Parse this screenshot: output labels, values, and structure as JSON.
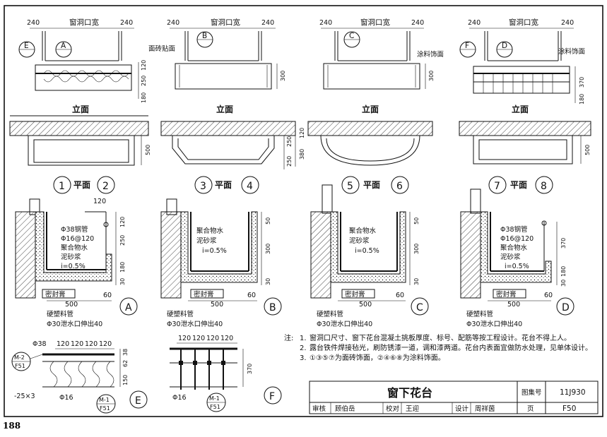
{
  "page_number": "188",
  "title_block": {
    "title": "窗下花台",
    "atlas_label": "图集号",
    "atlas_no": "11J930",
    "review": "审核",
    "reviewer": "顾伯岳",
    "check": "校对",
    "checker": "王迎",
    "design": "设计",
    "designer": "周祥茵",
    "page_label": "页",
    "page_code": "F50"
  },
  "elevations": [
    {
      "title": "立面",
      "dims_top": [
        "240",
        "窗洞口宽",
        "240"
      ],
      "callouts": [
        "E",
        "A"
      ],
      "dims_side": [
        "120",
        "250",
        "180"
      ]
    },
    {
      "title": "立面",
      "dims_top": [
        "240",
        "窗洞口宽",
        "240"
      ],
      "callouts": [
        "B"
      ],
      "left_note": "面砖贴面",
      "dims_side": [
        "300"
      ]
    },
    {
      "title": "立面",
      "dims_top": [
        "240",
        "窗洞口宽",
        "240"
      ],
      "callouts": [
        "C"
      ],
      "right_note": "涂料饰面",
      "dims_side": [
        "300"
      ]
    },
    {
      "title": "立面",
      "dims_top": [
        "240",
        "窗洞口宽",
        "240"
      ],
      "callouts": [
        "F",
        "D"
      ],
      "right_note": "涂料饰面",
      "dims_side": [
        "370",
        "180"
      ]
    }
  ],
  "plans": [
    {
      "left_num": "1",
      "label": "平面",
      "right_num": "2",
      "dim": "500"
    },
    {
      "left_num": "3",
      "label": "平面",
      "right_num": "4",
      "dims": [
        "250",
        "250"
      ]
    },
    {
      "left_num": "5",
      "label": "平面",
      "right_num": "6",
      "dims": [
        "380",
        "120"
      ]
    },
    {
      "left_num": "7",
      "label": "平面",
      "right_num": "8",
      "dim": "500"
    }
  ],
  "sections": [
    {
      "id": "A",
      "labels": [
        "Φ38钢管",
        "Φ16@120",
        "聚合物水",
        "泥砂浆",
        "i=0.5%"
      ],
      "dims_right": [
        "120",
        "250",
        "180",
        "30"
      ],
      "dim_top": "120",
      "dim_bottom": "500",
      "dim_60": "60",
      "seal": "密封膏",
      "pipe": "硬塑料管",
      "drain": "Φ30泄水口伸出40"
    },
    {
      "id": "B",
      "labels": [
        "聚合物水",
        "泥砂浆",
        "i=0.5%"
      ],
      "dims_right": [
        "50",
        "300",
        "30"
      ],
      "dim_bottom": "500",
      "dim_60": "60",
      "seal": "密封膏",
      "pipe": "硬塑料管",
      "drain": "Φ30泄水口伸出40"
    },
    {
      "id": "C",
      "labels": [
        "聚合物水",
        "泥砂浆",
        "i=0.5%"
      ],
      "dims_right": [
        "50",
        "300",
        "30"
      ],
      "dim_bottom": "500",
      "dim_60": "60",
      "seal": "密封膏",
      "pipe": "硬塑料管",
      "drain": "Φ30泄水口伸出40"
    },
    {
      "id": "D",
      "labels": [
        "Φ38钢管",
        "Φ16@120",
        "聚合物水",
        "泥砂浆",
        "i=0.5%"
      ],
      "dims_right": [
        "370",
        "180",
        "30"
      ],
      "dim_bottom": "500",
      "dim_60": "60",
      "seal": "密封膏",
      "pipe": "硬塑料管",
      "drain": "Φ30泄水口伸出40"
    }
  ],
  "details": {
    "E": {
      "id": "E",
      "dims_top": [
        "120",
        "120",
        "120",
        "120"
      ],
      "pipe": "Φ38",
      "ref_top": {
        "code": "M-2",
        "sheet": "F51"
      },
      "dims_side": [
        "38",
        "62",
        "150"
      ],
      "flat": "-25×3",
      "bar": "Φ16",
      "ref_bottom": {
        "code": "M-1",
        "sheet": "F51"
      }
    },
    "F": {
      "id": "F",
      "dims_top": [
        "120",
        "120",
        "120",
        "120"
      ],
      "dim_side": "370",
      "bar": "Φ16",
      "ref_bottom": {
        "code": "M-1",
        "sheet": "F51"
      }
    }
  },
  "notes": {
    "label": "注:",
    "items": [
      {
        "num": "1.",
        "text": "窗洞口尺寸、窗下花台混凝土挑板厚度、标号、配筋等按工程设计。花台不得上人。"
      },
      {
        "num": "2.",
        "text": "露台铁件焊接毡光，刷防锈漆一道，调和漆两道。花台内表面宜做防水处理，见单体设计。"
      },
      {
        "num": "3.",
        "text": "①③⑤⑦为面砖饰面，②④⑥⑧为涂料饰面。"
      }
    ]
  }
}
